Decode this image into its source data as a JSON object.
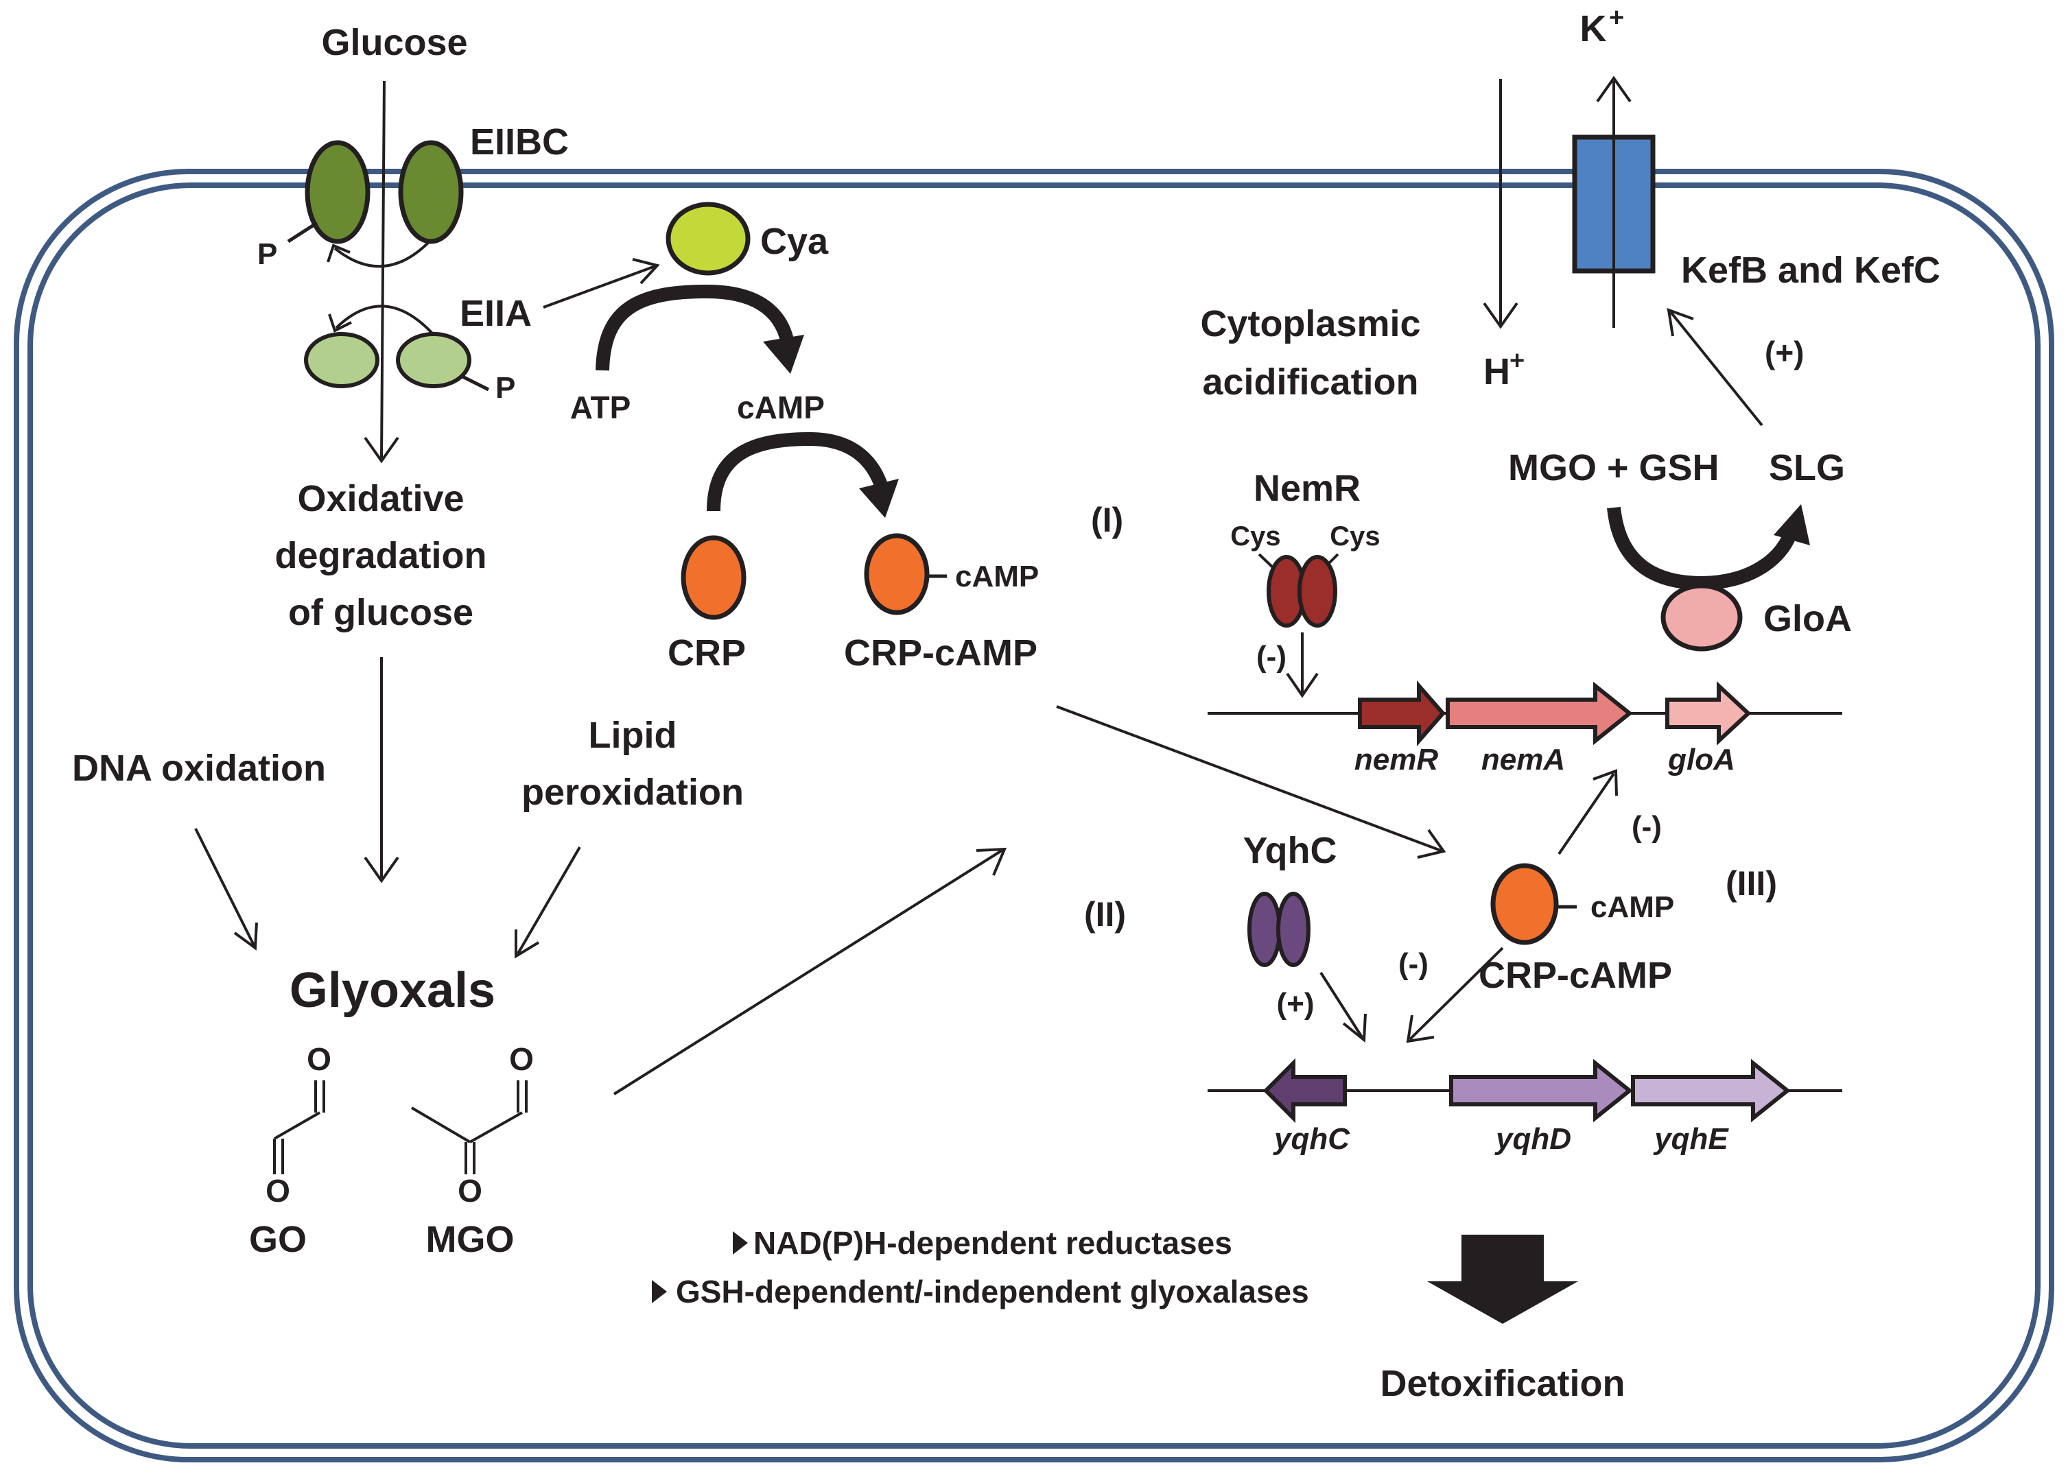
{
  "labels": {
    "glucose": "Glucose",
    "eiibc": "EIIBC",
    "p1": "P",
    "p2": "P",
    "eiia": "EIIA",
    "cya": "Cya",
    "atp": "ATP",
    "camp_top": "cAMP",
    "oxidative_1": "Oxidative",
    "oxidative_2": "degradation",
    "oxidative_3": "of glucose",
    "crp": "CRP",
    "crp_camp_left": "CRP-cAMP",
    "camp_small_left": "cAMP",
    "region_i": "(I)",
    "region_ii": "(II)",
    "region_iii": "(III)",
    "dna_oxidation": "DNA oxidation",
    "lipid_1": "Lipid",
    "lipid_2": "peroxidation",
    "glyoxals": "Glyoxals",
    "go": "GO",
    "mgo": "MGO",
    "o_letter": "O",
    "k_plus": "K",
    "h_plus": "H",
    "plus_sup": "+",
    "kefb_kefc": "KefB and KefC",
    "cytoplasmic_1": "Cytoplasmic",
    "cytoplasmic_2": "acidification",
    "plus_sign_kef": "(+)",
    "mgo_gsh": "MGO + GSH",
    "slg": "SLG",
    "gloa_protein": "GloA",
    "nemr_protein": "NemR",
    "cys": "Cys",
    "minus_nemr": "(-)",
    "gene_nemr": "nemR",
    "gene_nema": "nemA",
    "gene_gloa": "gloA",
    "yqhc_protein": "YqhC",
    "plus_yqhc": "(+)",
    "minus_gloa": "(-)",
    "minus_yqhd": "(-)",
    "camp_small_right": "cAMP",
    "crp_camp_right": "CRP-cAMP",
    "gene_yqhc": "yqhC",
    "gene_yqhd": "yqhD",
    "gene_yqhe": "yqhE",
    "bullet_1": "NAD(P)H-dependent reductases",
    "bullet_2": "GSH-dependent/-independent glyoxalases",
    "detoxification": "Detoxification"
  },
  "colors": {
    "membrane": "#3f5a82",
    "eiibc": "#6a8a32",
    "eiia": "#b3cf8d",
    "cya": "#c3d93a",
    "crp": "#f0702c",
    "nemr_protein": "#9b2e2a",
    "gloa_protein": "#f0abab",
    "yqhc_protein": "#6a4a7e",
    "kef_channel": "#4f82c3",
    "gene_nemr": "#9b2e2a",
    "gene_nema": "#e5807e",
    "gene_gloa": "#f3b3b0",
    "gene_yqhc": "#5e3f6e",
    "gene_yqhd": "#a98bbd",
    "gene_yqhe": "#c8b2d6"
  }
}
